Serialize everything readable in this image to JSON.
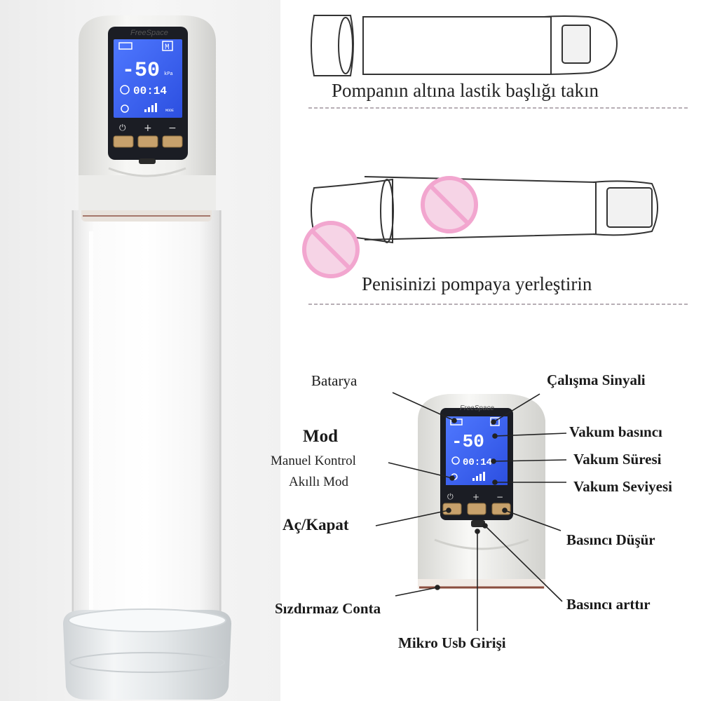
{
  "brand": "FreeSpace",
  "display": {
    "pressure": "-50",
    "pressure_unit": "kPa",
    "time": "00:14",
    "mode_badge": "M",
    "mode_label": "MODE"
  },
  "buttons": {
    "power": "⏻",
    "plus": "+",
    "minus": "−"
  },
  "steps": [
    {
      "text": "Pompanın altına lastik başlığı takın"
    },
    {
      "text": "Penisinizi pompaya yerleştirin"
    }
  ],
  "callouts": {
    "battery": "Batarya",
    "work_signal": "Çalışma Sinyali",
    "vacuum_pressure": "Vakum basıncı",
    "vacuum_time": "Vakum Süresi",
    "vacuum_level": "Vakum Seviyesi",
    "mode_title": "Mod",
    "mode_manual": "Manuel Kontrol",
    "mode_smart": "Akıllı Mod",
    "power": "Aç/Kapat",
    "decrease": "Basıncı Düşür",
    "increase": "Basıncı arttır",
    "seal": "Sızdırmaz Conta",
    "usb": "Mikro Usb Girişi"
  },
  "colors": {
    "lcd_blue": "#2f56e8",
    "lcd_frame": "#1b1d24",
    "marker_pink": "#f2a6cf"
  }
}
